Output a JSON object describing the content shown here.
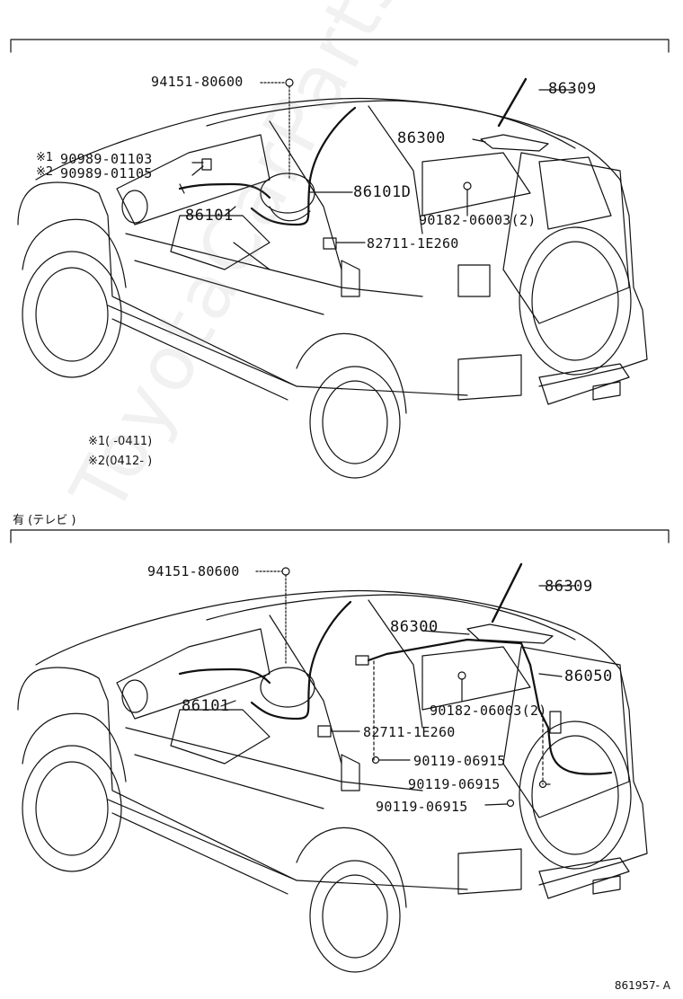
{
  "section1": {
    "labels": {
      "p94151": "94151-80600",
      "p86309": "86309",
      "p86300": "86300",
      "p90989a": "90989-01103",
      "p90989b": "90989-01105",
      "p86101D": "86101D",
      "p90182": "90182-06003(2)",
      "p86101": "86101",
      "p82711": "82711-1E260",
      "mark1": "※1",
      "mark2": "※2"
    },
    "notes": {
      "note1": "※1(      -0411)",
      "note2": "※2(0412-      )"
    }
  },
  "section2": {
    "header": "有 (テレビ )",
    "labels": {
      "p94151": "94151-80600",
      "p86309": "86309",
      "p86300": "86300",
      "p86050": "86050",
      "p86101": "86101",
      "p90182": "90182-06003(2)",
      "p82711": "82711-1E260",
      "p90119a": "90119-06915",
      "p90119b": "90119-06915",
      "p90119c": "90119-06915"
    }
  },
  "watermark": "ToyotaCarParts.ru",
  "figure_code": "861957- A",
  "colors": {
    "ink": "#111111",
    "watermark": "#c8c8c8",
    "background": "#ffffff"
  }
}
